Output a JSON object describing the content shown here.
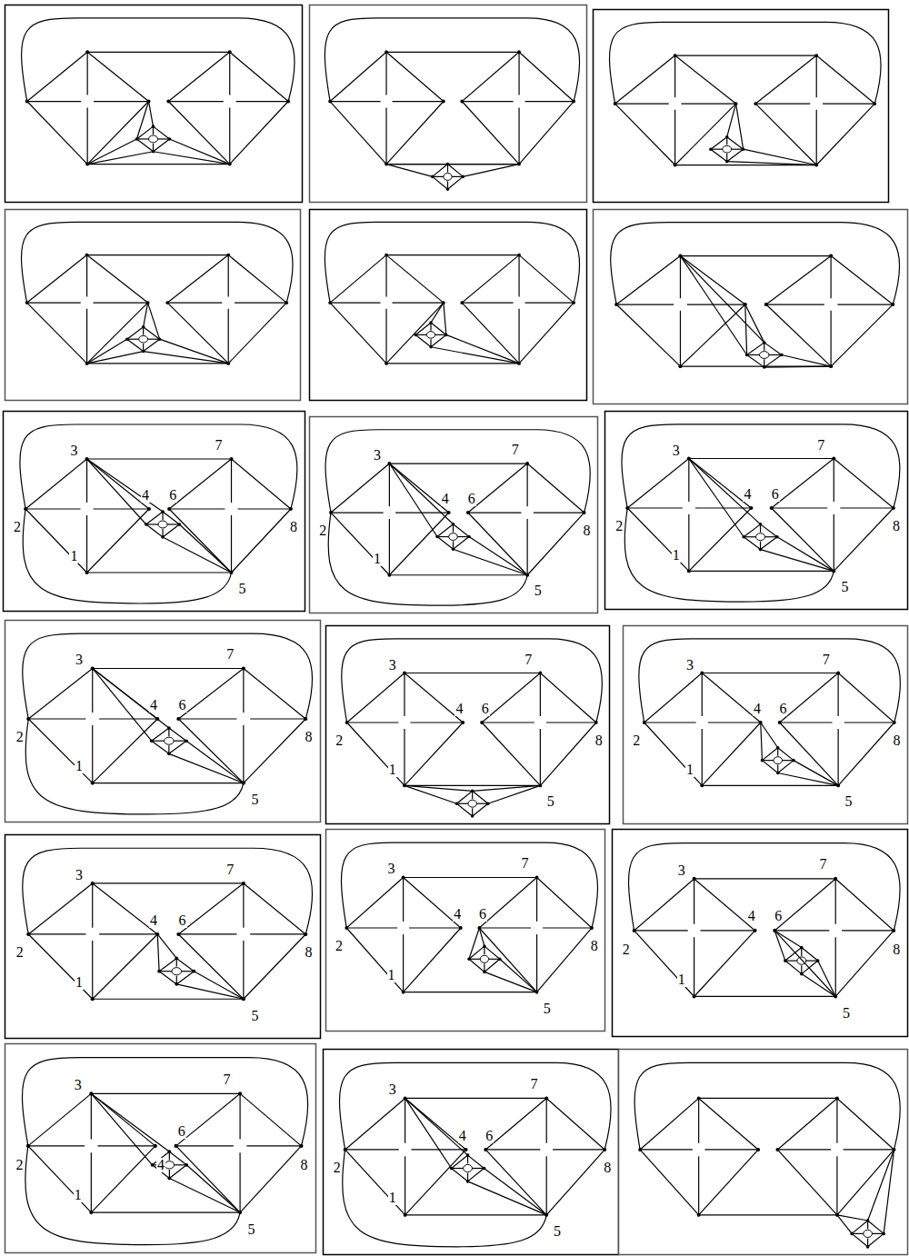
{
  "diagram": {
    "labels": [
      "3",
      "7",
      "4",
      "6",
      "2",
      "8",
      "1",
      "5",
      "3",
      "7",
      "4",
      "6",
      "2",
      "8",
      "1",
      "5",
      "3",
      "7",
      "4",
      "6",
      "2",
      "8",
      "1",
      "5",
      "3",
      "7",
      "4",
      "6",
      "2",
      "8",
      "1",
      "5",
      "3",
      "7",
      "4",
      "6",
      "2",
      "8",
      "1",
      "5",
      "3",
      "7",
      "4",
      "6",
      "2",
      "8",
      "1",
      "5",
      "3",
      "7",
      "4",
      "6",
      "2",
      "8",
      "1",
      "5",
      "3",
      "7",
      "4",
      "6",
      "2",
      "8",
      "1",
      "5",
      "3",
      "7",
      "4",
      "6",
      "2",
      "8",
      "1",
      "5",
      "3",
      "7",
      "6",
      "2",
      "4",
      "8",
      "1",
      "5",
      "3",
      "7",
      "4",
      "6",
      "2",
      "8",
      "1",
      "5"
    ]
  }
}
